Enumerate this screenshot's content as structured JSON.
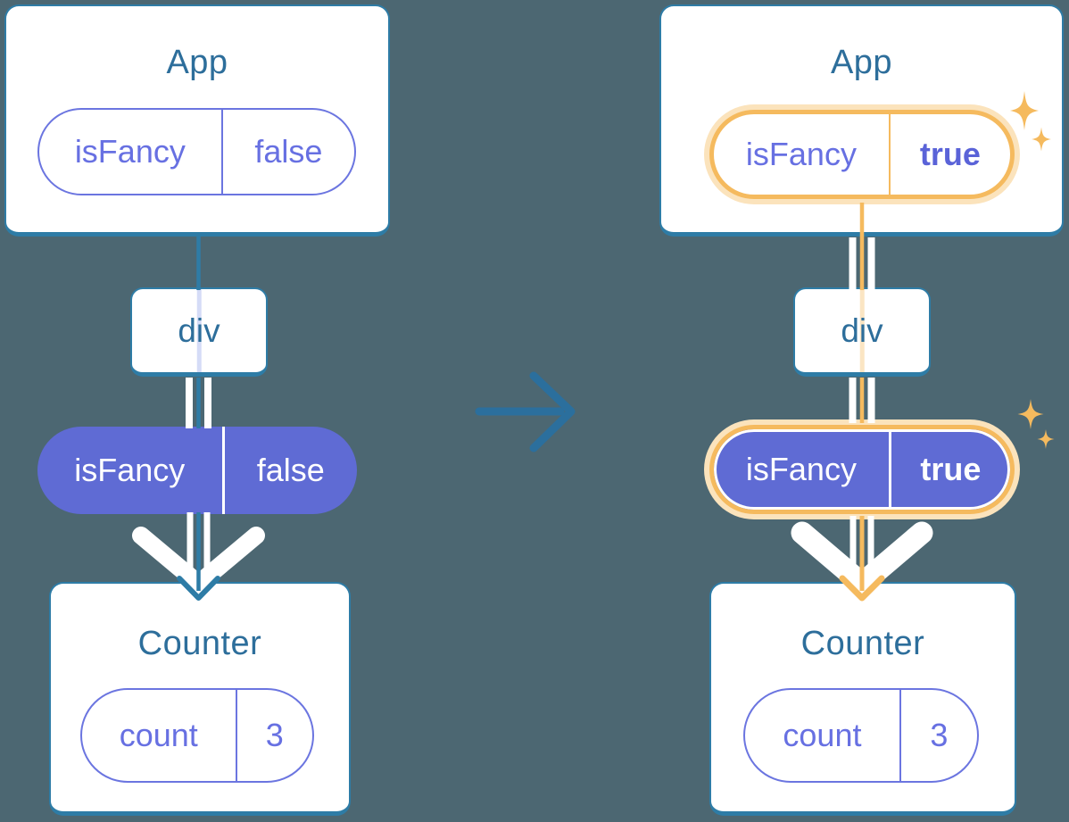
{
  "diagram": {
    "description": "react-state-lifting-before-after",
    "left": {
      "app_title": "App",
      "app_prop": {
        "name": "isFancy",
        "value": "false"
      },
      "div_label": "div",
      "passed_prop": {
        "name": "isFancy",
        "value": "false"
      },
      "counter_title": "Counter",
      "counter_state": {
        "name": "count",
        "value": "3"
      }
    },
    "right": {
      "app_title": "App",
      "app_prop": {
        "name": "isFancy",
        "value": "true"
      },
      "div_label": "div",
      "passed_prop": {
        "name": "isFancy",
        "value": "true"
      },
      "counter_title": "Counter",
      "counter_state": {
        "name": "count",
        "value": "3"
      }
    },
    "colors": {
      "background": "#4C6772",
      "card_border": "#2E7CA6",
      "title_text": "#2D6E9B",
      "arrow_blue": "#2B6F9D",
      "state_purple": "#5F6BD4",
      "purple_outline": "#6B75E0",
      "highlight_orange": "#F5BA5E",
      "highlight_halo": "#FBE3BC",
      "pipe_white": "#FFFFFF"
    }
  }
}
